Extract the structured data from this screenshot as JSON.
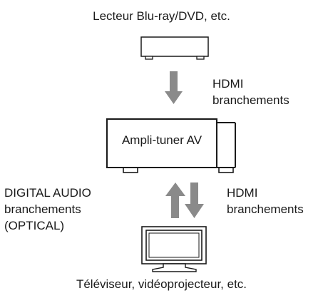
{
  "devices": {
    "player": {
      "label": "Lecteur Blu-ray/DVD, etc.",
      "icon": "bluray-player-icon"
    },
    "amplifier": {
      "label": "Ampli-tuner AV"
    },
    "tv": {
      "label": "Téléviseur, vidéoprojecteur, etc.",
      "icon": "television-icon"
    }
  },
  "connections": {
    "player_to_amp": {
      "line1": "HDMI",
      "line2": "branchements"
    },
    "tv_to_amp_digital": {
      "line1": "DIGITAL AUDIO",
      "line2": "branchements",
      "line3": "(OPTICAL)"
    },
    "amp_to_tv_hdmi": {
      "line1": "HDMI",
      "line2": "branchements"
    }
  },
  "colors": {
    "arrow": "#8a8a8a",
    "stroke": "#1a1a1a",
    "screen_fill": "#ffffff"
  }
}
